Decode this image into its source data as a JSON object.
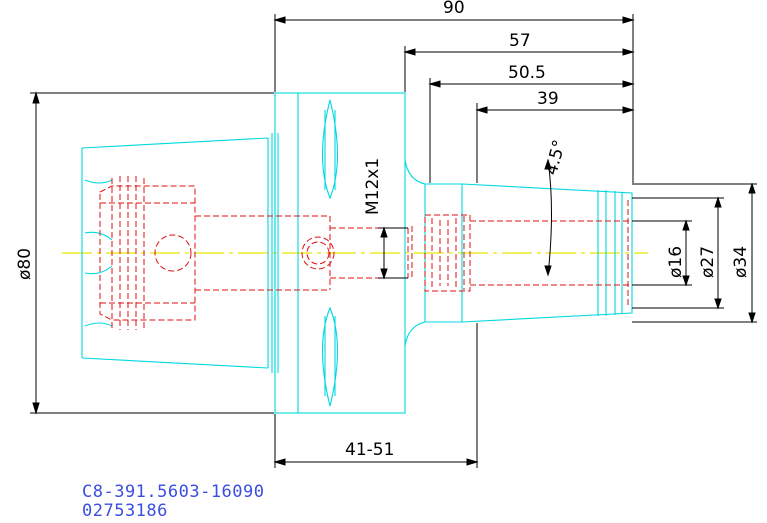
{
  "colors": {
    "outline": "#00d8e0",
    "hidden": "#e01010",
    "centerline": "#e8e800",
    "dimension": "#000000",
    "label": "#3a4ee0"
  },
  "dimensions": {
    "d90": "90",
    "d57": "57",
    "d50_5": "50.5",
    "d39": "39",
    "taper": "4.5°",
    "thread": "M12x1",
    "dia80": "ø80",
    "dia16": "ø16",
    "dia27": "ø27",
    "dia34": "ø34",
    "range": "41-51"
  },
  "part": {
    "code": "C8-391.5603-16090",
    "number": "02753186"
  }
}
